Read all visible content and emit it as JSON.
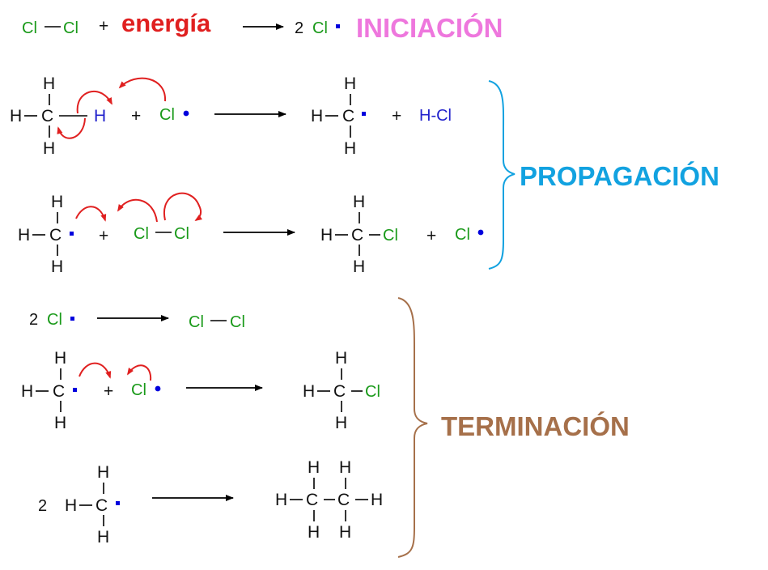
{
  "colors": {
    "black": "#111111",
    "chlorine": "#1a9a1a",
    "radical": "#0000dd",
    "hydrogen_product": "#2222cc",
    "energy": "#e02020",
    "curl_arrow": "#e02020",
    "iniciacion": "#ee77dd",
    "propagacion": "#12a2e0",
    "terminacion": "#a6704a"
  },
  "labels": {
    "iniciacion": "INICIACIÓN",
    "propagacion": "PROPAGACIÓN",
    "terminacion": "TERMINACIÓN"
  },
  "atoms": {
    "H": "H",
    "C": "C",
    "Cl": "Cl",
    "HCl": "H-Cl"
  },
  "symbols": {
    "plus": "+",
    "bond": "—",
    "two": "2",
    "energy": "energía"
  }
}
